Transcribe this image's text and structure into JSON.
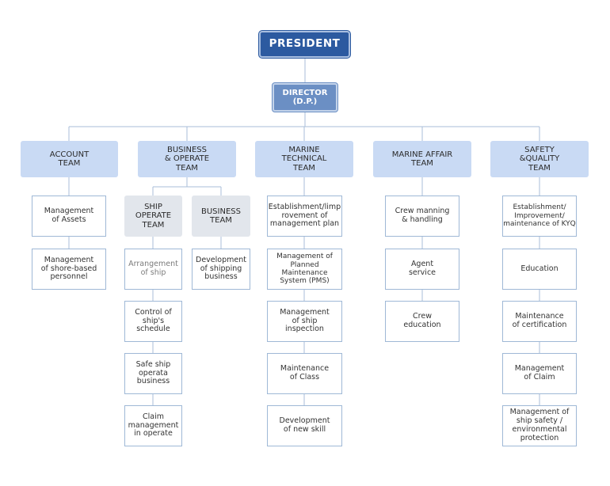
{
  "president": "PRESIDENT",
  "director": "DIRECTOR\n(D.P.)",
  "teams": {
    "account": "ACCOUNT\nTEAM",
    "business_operate": "BUSINESS\n& OPERATE\nTEAM",
    "marine_technical": "MARINE\nTECHNICAL\nTEAM",
    "marine_affair": "MARINE AFFAIR\nTEAM",
    "safety_quality": "SAFETY\n&QUALITY\nTEAM"
  },
  "subteams": {
    "ship_operate": "SHIP\nOPERATE\nTEAM",
    "business": "BUSINESS\nTEAM"
  },
  "tasks": {
    "account": [
      "Management\nof Assets",
      "Management\nof shore-based\npersonnel"
    ],
    "ship_operate": [
      "Arrangement\nof ship",
      "Control of\nship's\nschedule",
      "Safe ship\noperata\nbusiness",
      "Claim\nmanagement\nin operate"
    ],
    "business": [
      "Development\nof shipping\nbusiness"
    ],
    "marine_technical": [
      "Establishment/limp\nrovement of\nmanagement plan",
      "Management of\nPlanned Maintenance\nSystem (PMS)",
      "Management\nof ship\ninspection",
      "Maintenance\nof Class",
      "Development\nof new skill"
    ],
    "marine_affair": [
      "Crew manning\n& handling",
      "Agent\nservice",
      "Crew\neducation"
    ],
    "safety_quality": [
      "Establishment/\nImprovement/\nmaintenance of KYQ",
      "Education",
      "Maintenance\nof certification",
      "Management\nof Claim",
      "Management of\nship safety /\nenvironmental\nprotection"
    ]
  },
  "colors": {
    "president_fill": "#2c5aa0",
    "director_fill": "#6b8fc4",
    "team_fill": "#c9daf4",
    "subteam_fill": "#e2e6ec",
    "task_border": "#9fb8d6",
    "connector": "#a8bed8"
  }
}
